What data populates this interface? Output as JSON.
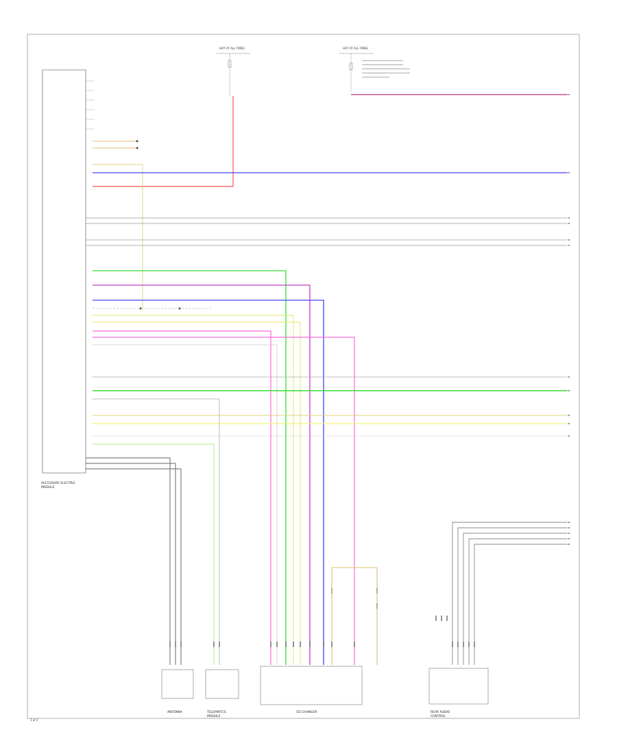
{
  "diagram": {
    "labels": {
      "module_main": [
        "ACCESSORY ELECTRIC",
        "MODULE"
      ],
      "box_antenna": "ANTENNA",
      "box_telematics": [
        "TELEMATICS",
        "MODULE"
      ],
      "box_cd": "CD CHANGER",
      "box_rear": [
        "REAR AUDIO",
        "CONTROL"
      ],
      "fuse_left": "HOT AT ALL TIMES",
      "fuse_right": "HOT AT ALL TIMES",
      "corner": "1 of 2"
    },
    "wire_colors": {
      "red": "#ff3b3b",
      "blue": "#3b3bff",
      "green": "#33dd33",
      "yellow": "#f2f27a",
      "pink": "#ff77ee",
      "magenta": "#c040ff",
      "gray": "#777777",
      "tan": "#d8c070",
      "purple_red": "#a0307a"
    }
  }
}
